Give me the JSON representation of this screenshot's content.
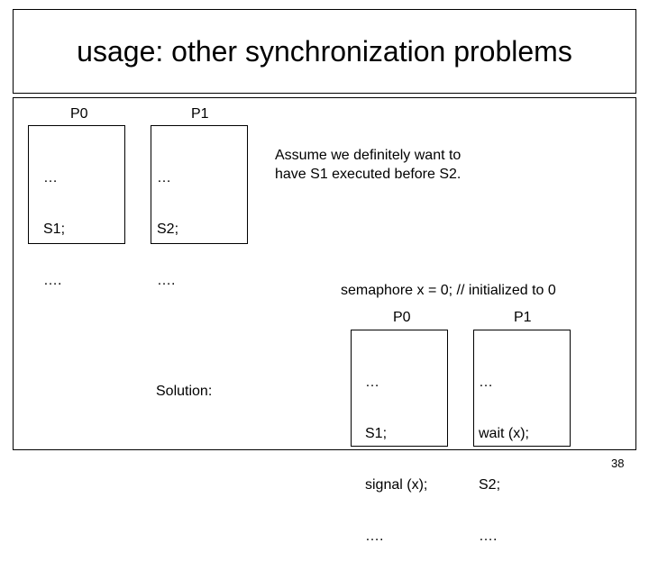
{
  "slide": {
    "title": "usage: other synchronization problems",
    "top": {
      "p0_label": "P0",
      "p1_label": "P1",
      "p0_lines": [
        "…",
        "S1;",
        "…."
      ],
      "p1_lines": [
        "…",
        "S2;",
        "…."
      ],
      "assumption_lines": [
        "Assume we definitely want to",
        "have S1 executed before S2."
      ]
    },
    "solution": {
      "semaphore_decl": "semaphore x  = 0; // initialized to 0",
      "label": "Solution:",
      "p0_label": "P0",
      "p1_label": "P1",
      "p0_lines": [
        "…",
        "S1;",
        "signal (x);",
        "…."
      ],
      "p1_lines": [
        "…",
        "wait (x);",
        "S2;",
        "…."
      ]
    },
    "page_number": "38"
  }
}
